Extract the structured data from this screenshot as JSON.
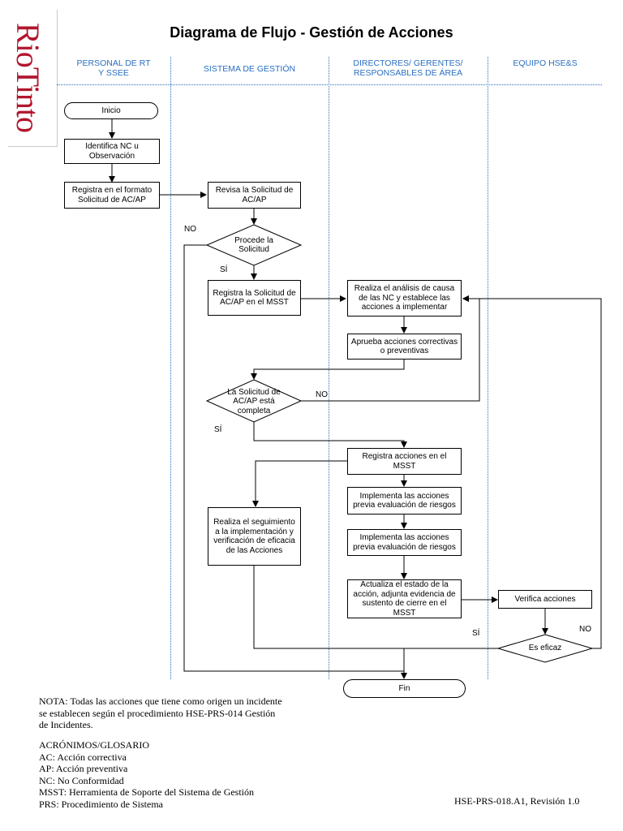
{
  "logo": "RioTinto",
  "title": "Diagrama de Flujo - Gestión de Acciones",
  "lanes": [
    {
      "line1": "PERSONAL DE RT",
      "line2": "Y SSEE"
    },
    {
      "line1": "SISTEMA DE GESTIÓN",
      "line2": ""
    },
    {
      "line1": "DIRECTORES/ GERENTES/",
      "line2": "RESPONSABLES DE ÁREA"
    },
    {
      "line1": "EQUIPO HSE&S",
      "line2": ""
    }
  ],
  "nodes": {
    "inicio": "Inicio",
    "identifica": "Identifica NC u Observación",
    "registra_formato": "Registra en el formato Solicitud de AC/AP",
    "revisa": "Revisa la Solicitud de AC/AP",
    "procede": "Procede la Solicitud",
    "registra_msst": "Registra la Solicitud de AC/AP en el MSST",
    "analisis": "Realiza el análisis de causa de las NC y establece las acciones a implementar",
    "aprueba": "Aprueba acciones correctivas o preventivas",
    "completa": "La Solicitud de AC/AP está completa",
    "registra_acciones": "Registra acciones en el MSST",
    "implementa1": "Implementa las acciones previa evaluación de riesgos",
    "implementa2": "Implementa las acciones previa evaluación de riesgos",
    "seguimiento": "Realiza el seguimiento a la implementación y verificación de eficacia de las Acciones",
    "actualiza": "Actualiza el estado de la acción, adjunta evidencia de sustento de cierre en el MSST",
    "verifica": "Verifica acciones",
    "eficaz": "Es eficaz",
    "fin": "Fin"
  },
  "edge_labels": {
    "no1": "NO",
    "si1": "SÍ",
    "no2": "NO",
    "si2": "SÍ",
    "si3": "SÍ",
    "no3": "NO"
  },
  "nota": "NOTA: Todas las acciones que tiene como origen un incidente se establecen según el procedimiento HSE-PRS-014 Gestión de Incidentes.",
  "glossary": {
    "title": "ACRÓNIMOS/GLOSARIO",
    "items": [
      "AC: Acción correctiva",
      "AP: Acción preventiva",
      "NC: No Conformidad",
      "MSST: Herramienta de Soporte del Sistema de Gestión",
      "PRS: Procedimiento de Sistema"
    ]
  },
  "doc_ref": "HSE-PRS-018.A1, Revisión 1.0",
  "colors": {
    "logo": "#b1172e",
    "lane_header": "#2a6fc0"
  }
}
